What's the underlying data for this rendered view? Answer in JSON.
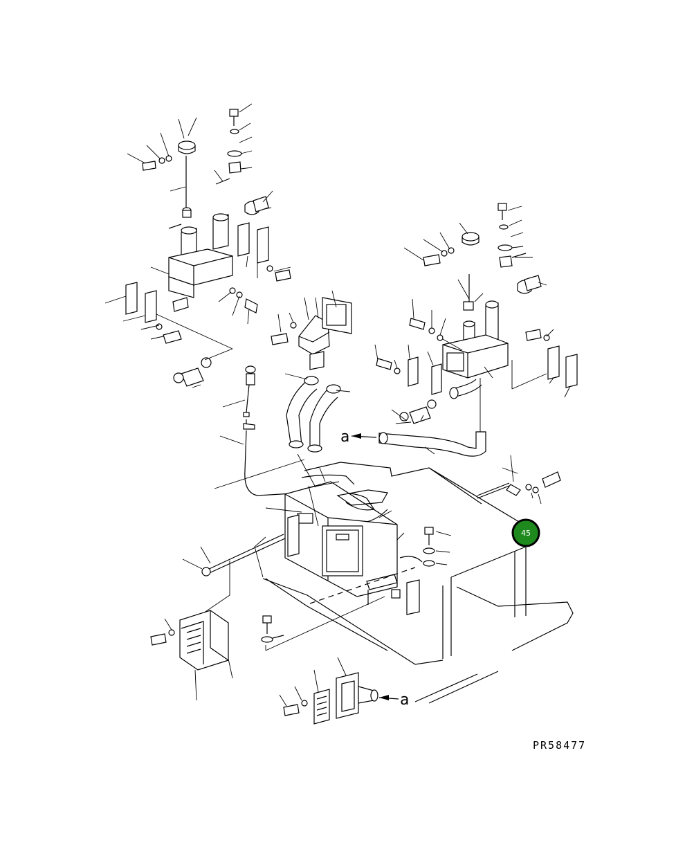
{
  "drawing": {
    "code": "PR58477",
    "callout_letter": "a",
    "callout_letter_2": "a"
  },
  "page_badge": {
    "number": "45",
    "fill_color": "#1e8a1e",
    "ring_color": "#000000"
  }
}
